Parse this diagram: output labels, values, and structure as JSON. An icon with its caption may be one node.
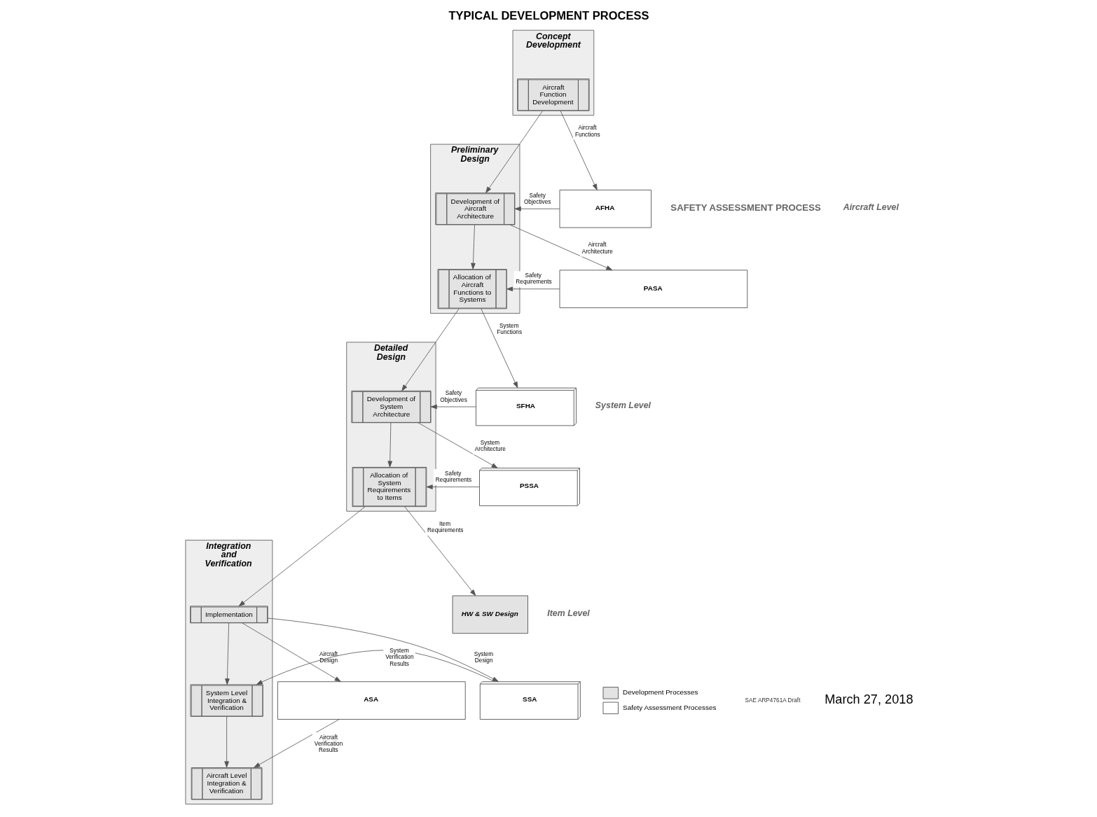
{
  "diagram": {
    "title": "TYPICAL DEVELOPMENT PROCESS",
    "nodes": [
      {
        "text": [
          "Concept Development"
        ]
      },
      {
        "text": [
          "Aircraft Function Development"
        ],
        "in": 0
      },
      {
        "text": [
          "Preliminary Design"
        ]
      },
      {
        "text": [
          "Development of Aircraft Architecture"
        ],
        "in": 2
      },
      {
        "text": [
          "Allocation of Aircraft Functions to Systems"
        ],
        "in": 2
      },
      {
        "text": [
          "Detailed Design"
        ]
      },
      {
        "text": [
          "Development of System Architecture"
        ],
        "in": 5
      },
      {
        "text": [
          "Allocation of System Requirements to Items"
        ],
        "in": 5
      },
      {
        "text": [
          "Integration and Verification"
        ]
      },
      {
        "text": [
          "Implementation"
        ],
        "in": 8
      },
      {
        "text": [
          "System Level Integration & Verification"
        ],
        "in": 8
      },
      {
        "text": [
          "Aircraft Level Integration & Verification"
        ],
        "in": 8
      },
      {
        "text": [
          "AFHA"
        ]
      },
      {
        "text": [
          "PASA"
        ]
      },
      {
        "text": [
          "SFHA"
        ]
      },
      {
        "text": [
          "PSSA"
        ]
      },
      {
        "text": [
          "ASA"
        ]
      },
      {
        "text": [
          "SSA"
        ]
      },
      {
        "text": [
          "HW & SW Design"
        ]
      }
    ],
    "edges": [
      {
        "from": 1,
        "to": 3,
        "arrow": "to"
      },
      {
        "from": 3,
        "to": 4,
        "arrow": "to"
      },
      {
        "from": 4,
        "to": 6,
        "arrow": "to"
      },
      {
        "from": 6,
        "to": 7,
        "arrow": "to"
      },
      {
        "from": 7,
        "to": 9,
        "arrow": "to"
      },
      {
        "from": 9,
        "to": 10,
        "arrow": "to"
      },
      {
        "from": 10,
        "to": 11,
        "arrow": "to"
      },
      {
        "from": 1,
        "to": 12,
        "arrow": "to",
        "label": "Aircraft Functions"
      },
      {
        "from": 12,
        "to": 3,
        "arrow": "to",
        "label": "Safety Objectives"
      },
      {
        "from": 3,
        "to": 13,
        "arrow": "to",
        "label": "Aircraft Architecture"
      },
      {
        "from": 13,
        "to": 4,
        "arrow": "to",
        "label": "Safety Requirements"
      },
      {
        "from": 4,
        "to": 14,
        "arrow": "to",
        "label": "System Functions"
      },
      {
        "from": 14,
        "to": 6,
        "arrow": "to",
        "label": "Safety Objectives"
      },
      {
        "from": 6,
        "to": 15,
        "arrow": "to",
        "label": "System Architecture"
      },
      {
        "from": 15,
        "to": 7,
        "arrow": "to",
        "label": "Safety Requirements"
      },
      {
        "from": 7,
        "to": 18,
        "arrow": "to",
        "label": "Item Requirements"
      },
      {
        "from": 9,
        "to": 16,
        "arrow": "to",
        "label": "Aircraft Design"
      },
      {
        "from": 9,
        "to": 17,
        "arrow": "to",
        "label": "System Design"
      },
      {
        "from": 17,
        "to": 10,
        "arrow": "to",
        "label": "System Verification Results"
      },
      {
        "from": 16,
        "to": 11,
        "arrow": "to",
        "label": "Aircraft Verification Results"
      }
    ],
    "labels": [
      "SAFETY ASSESSMENT PROCESS",
      "Aircraft Level",
      "System Level",
      "Item Level",
      "SAE ARP4761A Draft",
      "March 27, 2018"
    ],
    "legend": [
      {
        "text": "Development Processes"
      },
      {
        "text": "Safety Assessment Processes",
        "color": "#ffffff"
      }
    ]
  }
}
